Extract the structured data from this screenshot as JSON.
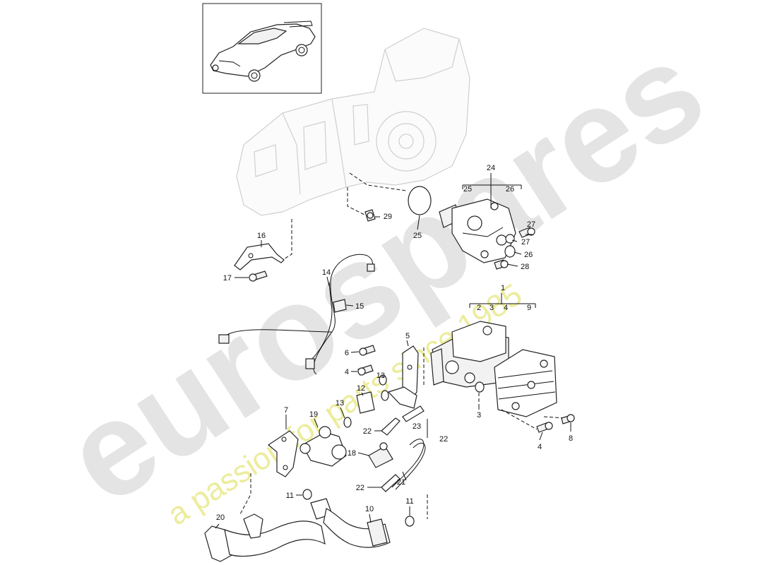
{
  "watermark": {
    "brand": "eurospares",
    "tagline": "a passion for parts since 1985"
  },
  "thumbnail": {
    "icon": "car-thumbnail-icon"
  },
  "callouts": [
    {
      "id": "c24",
      "text": "24"
    },
    {
      "id": "c25a",
      "text": "25"
    },
    {
      "id": "c26a",
      "text": "26"
    },
    {
      "id": "c29",
      "text": "29"
    },
    {
      "id": "c25b",
      "text": "25"
    },
    {
      "id": "c27a",
      "text": "27"
    },
    {
      "id": "c27b",
      "text": "27"
    },
    {
      "id": "c26b",
      "text": "26"
    },
    {
      "id": "c28",
      "text": "28"
    },
    {
      "id": "c16",
      "text": "16"
    },
    {
      "id": "c17",
      "text": "17"
    },
    {
      "id": "c14",
      "text": "14"
    },
    {
      "id": "c15",
      "text": "15"
    },
    {
      "id": "c1",
      "text": "1"
    },
    {
      "id": "c2",
      "text": "2"
    },
    {
      "id": "c3a",
      "text": "3"
    },
    {
      "id": "c4a",
      "text": "4"
    },
    {
      "id": "c9",
      "text": "9"
    },
    {
      "id": "c5",
      "text": "5"
    },
    {
      "id": "c6",
      "text": "6"
    },
    {
      "id": "c4b",
      "text": "4"
    },
    {
      "id": "c13a",
      "text": "13"
    },
    {
      "id": "c12",
      "text": "12"
    },
    {
      "id": "c13b",
      "text": "13"
    },
    {
      "id": "c7",
      "text": "7"
    },
    {
      "id": "c19",
      "text": "19"
    },
    {
      "id": "c22a",
      "text": "22"
    },
    {
      "id": "c23",
      "text": "23"
    },
    {
      "id": "c22b",
      "text": "22"
    },
    {
      "id": "c18",
      "text": "18"
    },
    {
      "id": "c3b",
      "text": "3"
    },
    {
      "id": "c4c",
      "text": "4"
    },
    {
      "id": "c8",
      "text": "8"
    },
    {
      "id": "c21",
      "text": "21"
    },
    {
      "id": "c22c",
      "text": "22"
    },
    {
      "id": "c11a",
      "text": "11"
    },
    {
      "id": "c10",
      "text": "10"
    },
    {
      "id": "c11b",
      "text": "11"
    },
    {
      "id": "c20",
      "text": "20"
    }
  ]
}
